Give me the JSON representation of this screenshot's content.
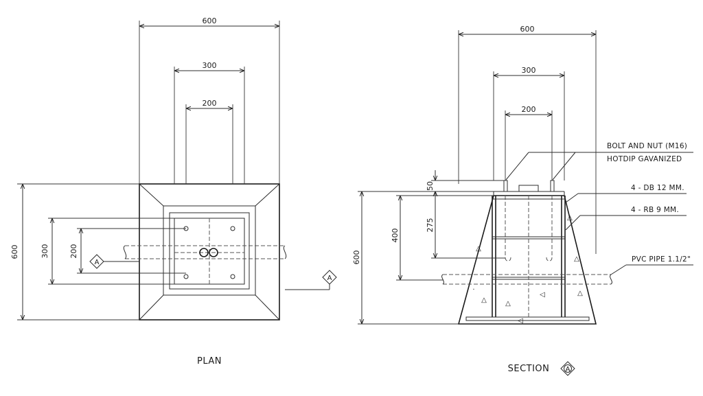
{
  "plan": {
    "title": "PLAN",
    "dims_horizontal": [
      "600",
      "300",
      "200"
    ],
    "dims_vertical": [
      "600",
      "300",
      "200"
    ],
    "section_marker": "A"
  },
  "section": {
    "title": "SECTION",
    "marker": "A",
    "dims_horizontal": [
      "600",
      "300",
      "200"
    ],
    "dims_vertical": [
      "50",
      "275",
      "400",
      "600"
    ],
    "callouts": {
      "bolt_line1": "BOLT AND NUT (M16)",
      "bolt_line2": "HOTDIP GAVANIZED",
      "db": "4 - DB 12 MM.",
      "rb": "4 - RB 9 MM.",
      "pipe": "PVC PIPE 1.1/2\""
    }
  }
}
